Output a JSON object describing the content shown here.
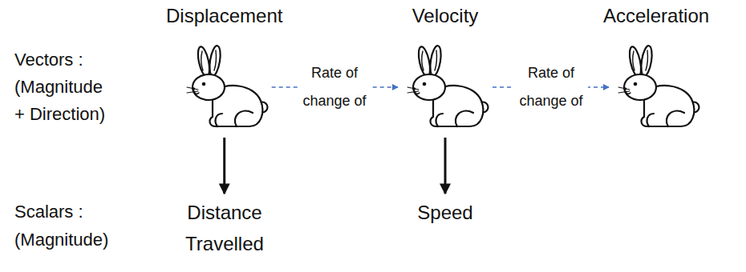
{
  "diagram": {
    "nodes": [
      {
        "text": [
          "Displacement"
        ]
      },
      {
        "text": [
          "Velocity"
        ]
      },
      {
        "text": [
          "Acceleration"
        ]
      },
      {
        "text": [
          "Distance Travelled"
        ]
      },
      {
        "text": [
          "Speed"
        ]
      }
    ],
    "edges": [
      {
        "from": 0,
        "to": 1,
        "arrow": "to",
        "label": "Rate of change of"
      },
      {
        "from": 1,
        "to": 2,
        "arrow": "to",
        "label": "Rate of change of"
      },
      {
        "from": 0,
        "to": 3,
        "arrow": "to"
      },
      {
        "from": 1,
        "to": 4,
        "arrow": "to"
      }
    ],
    "labels": [
      "Vectors :",
      "(Magnitude + Direction)",
      "Scalars :",
      "(Magnitude)"
    ]
  }
}
